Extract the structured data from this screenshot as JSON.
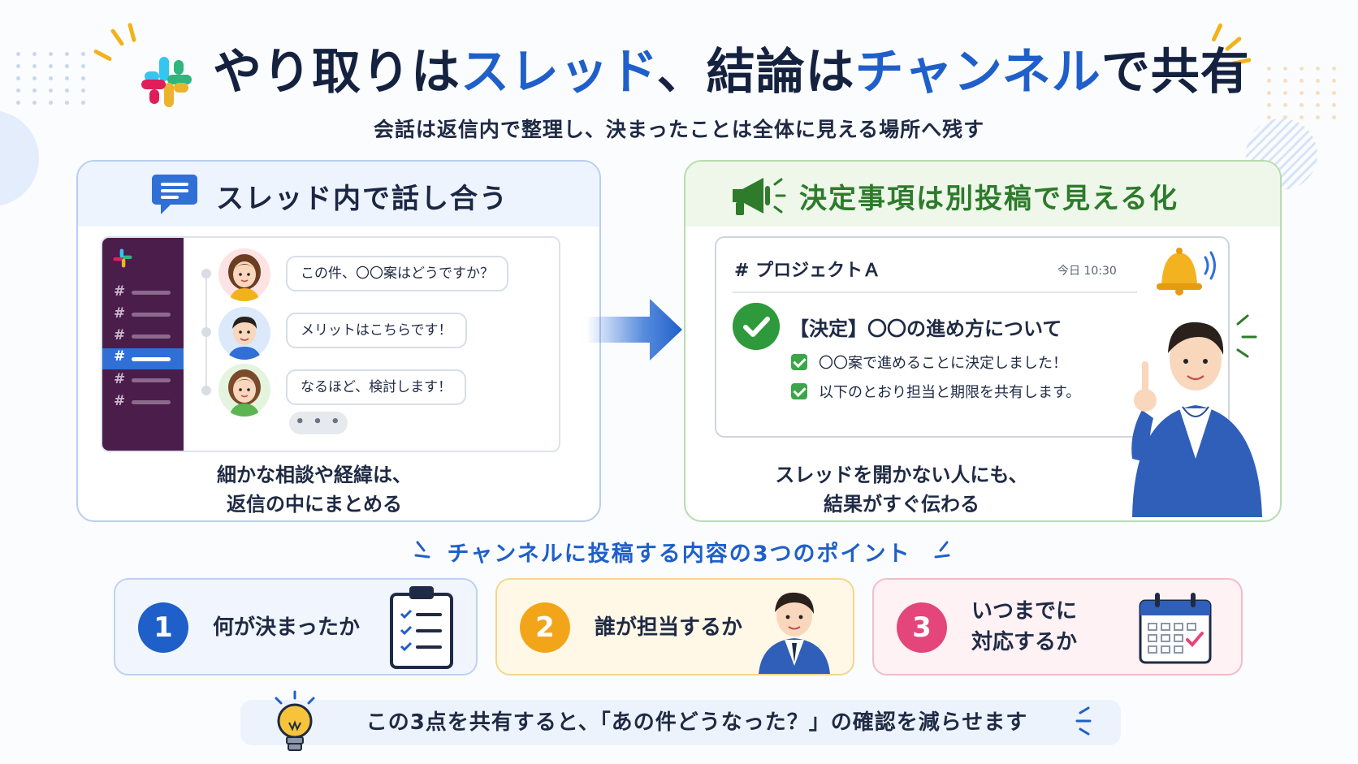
{
  "title": {
    "part1": "やり取りは",
    "part2": "スレッド",
    "part3": "、結論は",
    "part4": "チャンネル",
    "part5": "で共有"
  },
  "subtitle": "会話は返信内で整理し、決まったことは全体に見える場所へ残す",
  "thread_panel": {
    "title": "スレッド内で話し合う",
    "messages": [
      {
        "text": "この件、〇〇案はどうですか？"
      },
      {
        "text": "メリットはこちらです！"
      },
      {
        "text": "なるほど、検討します！"
      }
    ],
    "more": "• • •",
    "sidebar_hash": "#",
    "caption_line1": "細かな相談や経緯は、",
    "caption_line2": "返信の中にまとめる"
  },
  "channel_panel": {
    "title": "決定事項は別投稿で見える化",
    "channel_name": "# プロジェクトＡ",
    "time": "今日 10:30",
    "post_heading": "【決定】〇〇の進め方について",
    "post_lines": [
      "〇〇案で進めることに決定しました！",
      "以下のとおり担当と期限を共有します。"
    ],
    "caption_line1": "スレッドを開かない人にも、",
    "caption_line2": "結果がすぐ伝わる"
  },
  "points": {
    "heading": "チャンネルに投稿する内容の3つのポイント",
    "items": [
      {
        "num": "1",
        "label": "何が決まったか",
        "icon": "clipboard-checklist-icon"
      },
      {
        "num": "2",
        "label": "誰が担当するか",
        "icon": "person-icon"
      },
      {
        "num": "3",
        "label_line1": "いつまでに",
        "label_line2": "対応するか",
        "icon": "calendar-icon"
      }
    ]
  },
  "footer": "この3点を共有すると、「あの件どうなった？」の確認を減らせます",
  "colors": {
    "accent_blue": "#1f5fc9",
    "accent_green": "#2d7b2b",
    "slack_aubergine": "#4a1d4b",
    "point_yellow": "#f3a51a",
    "point_pink": "#e4457a"
  }
}
